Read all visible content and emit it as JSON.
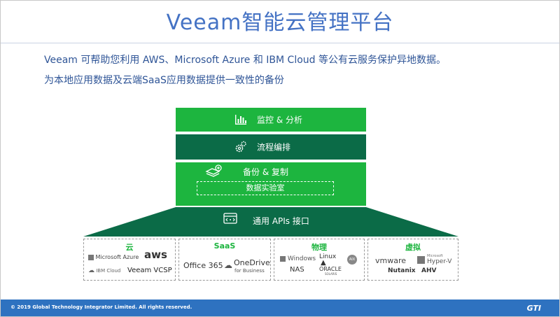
{
  "title": "Veeam智能云管理平台",
  "subtitle": {
    "line1": "Veeam 可帮助您利用 AWS、Microsoft Azure 和 IBM Cloud 等公有云服务保护异地数据。",
    "line2": "为本地应用数据及云端SaaS应用数据提供一致性的备份"
  },
  "stack": {
    "monitor": "监控 & 分析",
    "orchestration": "流程编排",
    "backup": "备份 & 复制",
    "datalab": "数据实验室",
    "api": "通用 APIs 接口"
  },
  "groups": {
    "cloud": {
      "header": "云",
      "microsoft_azure": "Microsoft Azure",
      "aws": "aws",
      "ibm_cloud": "IBM Cloud",
      "veeam_vcsp": "Veeam VCSP"
    },
    "saas": {
      "header": "SaaS",
      "office365": "Office 365",
      "onedrive": "OneDrive",
      "onedrive_sub": "for Business"
    },
    "physical": {
      "header": "物理",
      "windows": "Windows",
      "linux": "Linux",
      "aix": "AIX",
      "nas": "NAS",
      "oracle": "ORACLE",
      "solaris": "SOLARIS"
    },
    "virtual": {
      "header": "虚拟",
      "vmware": "vmware",
      "microsoft": "Microsoft",
      "hyperv": "Hyper-V",
      "nutanix": "Nutanix",
      "ahv": "AHV"
    }
  },
  "footer": {
    "copyright": "© 2019 Global Technology Integrator Limited. All rights reserved.",
    "logo": "GTI"
  },
  "colors": {
    "green": "#1db53f",
    "dark_green": "#0b6b47",
    "title_blue": "#4472c4",
    "footer_blue": "#2e72c0"
  }
}
